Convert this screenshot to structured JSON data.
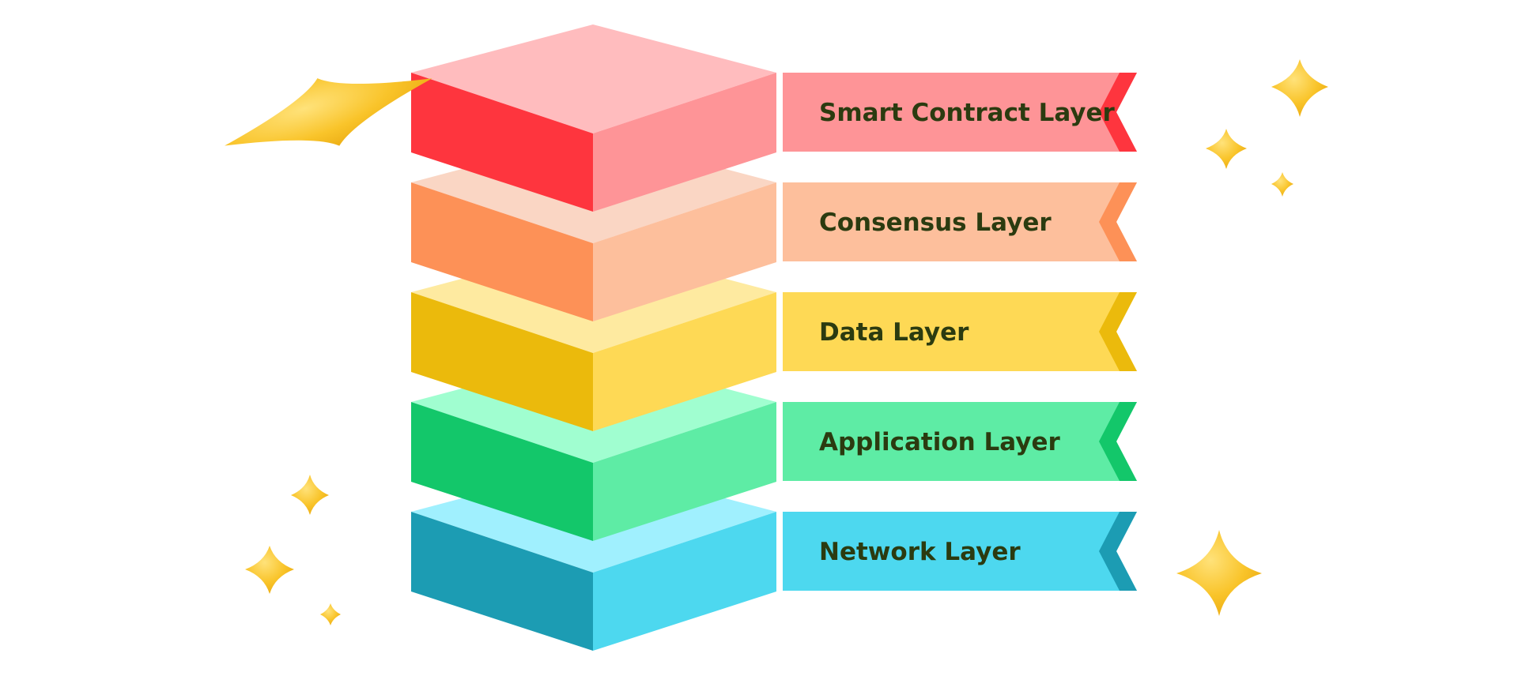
{
  "layers": [
    {
      "label": "Smart Contract Layer",
      "top": "#FFBCBE",
      "left": "#FE353E",
      "right": "#FE9497",
      "ribbon": "#FE9497",
      "notch": "#FE353E"
    },
    {
      "label": "Consensus Layer",
      "top": "#FAD6C4",
      "left": "#FD9157",
      "right": "#FDBF9C",
      "ribbon": "#FDBF9C",
      "notch": "#FD9157"
    },
    {
      "label": "Data Layer",
      "top": "#FEEAA0",
      "left": "#EBBA0C",
      "right": "#FED955",
      "ribbon": "#FED955",
      "notch": "#EBBA0C"
    },
    {
      "label": "Application Layer",
      "top": "#A0FED0",
      "left": "#13C76A",
      "right": "#5EECA5",
      "ribbon": "#5EECA5",
      "notch": "#13C76A"
    },
    {
      "label": "Network Layer",
      "top": "#A0F0FE",
      "left": "#1C9CB3",
      "right": "#4DD8EF",
      "ribbon": "#4DD8EF",
      "notch": "#1C9CB3"
    }
  ],
  "decorations": {
    "star_color": "#F9C42A",
    "star_icon": "four-point-star-icon"
  }
}
